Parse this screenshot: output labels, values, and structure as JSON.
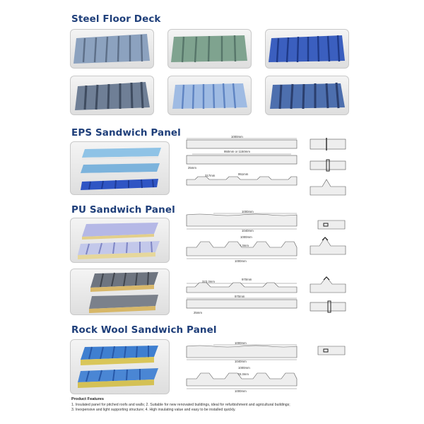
{
  "sections": {
    "steel": {
      "title": "Steel Floor Deck"
    },
    "eps": {
      "title": "EPS Sandwich Panel",
      "dims": [
        "1000mm",
        "950mm or 1150mm",
        "25mm",
        "317mm",
        "951mm"
      ]
    },
    "pu": {
      "title": "PU Sandwich Panel",
      "dims": [
        "1000mm",
        "1040mm",
        "1000mm",
        "333.3mm",
        "1000mm",
        "323.3mm",
        "970mm",
        "970mm",
        "25mm"
      ]
    },
    "rock": {
      "title": "Rock Wool Sandwich Panel",
      "dims": [
        "1000mm",
        "1040mm",
        "1000mm",
        "333.3mm",
        "1000mm"
      ]
    }
  },
  "features": {
    "title": "Product Features",
    "line1": "1. Insulated panel for pitched roofs and walls; 2. Suitable for new renovated buildings, ideal for refurbishment and agricultural buildings;",
    "line2": "3. Inexpensive and light supporting structure; 4. High insulating value and easy to be installed quickly."
  },
  "colors": {
    "title": "#1f3f7a",
    "steel_gray": "#8ca2bf",
    "steel_green": "#7fa38f",
    "steel_blue": "#3b5fbf",
    "foam_blue": "#6fa7d6",
    "pu_yellow": "#e3cf8a",
    "rock_yellow": "#d9c65a"
  }
}
